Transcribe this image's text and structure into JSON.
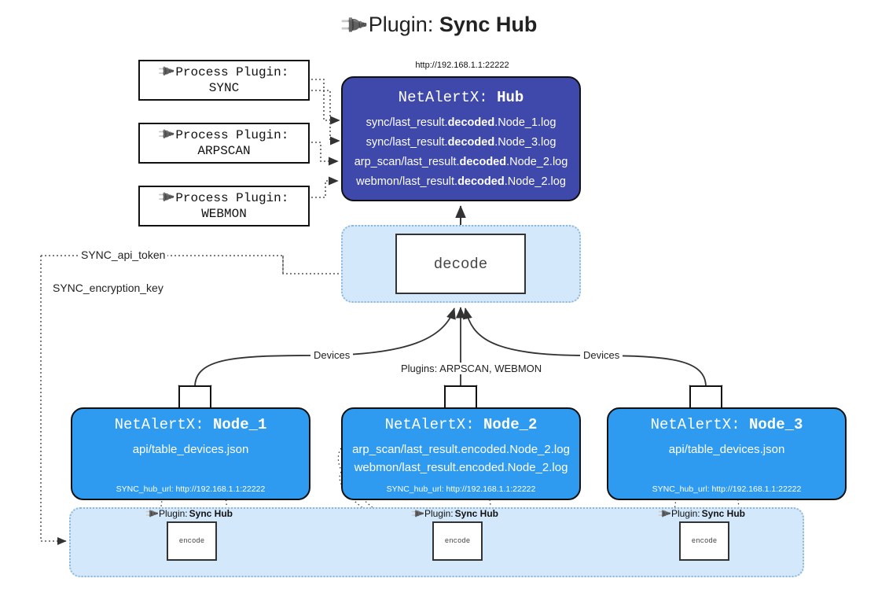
{
  "header": {
    "icon": "plug-icon",
    "prefix": "Plugin: ",
    "title": "Sync Hub",
    "glyph": "🔌"
  },
  "process_plugins": [
    {
      "icon": "plug-icon",
      "label": "Process Plugin:",
      "name": "SYNC"
    },
    {
      "icon": "plug-icon",
      "label": "Process Plugin:",
      "name": "ARPSCAN"
    },
    {
      "icon": "plug-icon",
      "label": "Process Plugin:",
      "name": "WEBMON"
    }
  ],
  "hub": {
    "url": "http://192.168.1.1:22222",
    "prefix": "NetAlertX: ",
    "name": "Hub",
    "logs": [
      {
        "pre": "sync/last_result.",
        "em": "decoded",
        "post": ".Node_1.log"
      },
      {
        "pre": "sync/last_result.",
        "em": "decoded",
        "post": ".Node_3.log"
      },
      {
        "pre": "arp_scan/last_result.",
        "em": "decoded",
        "post": ".Node_2.log"
      },
      {
        "pre": "webmon/last_result.",
        "em": "decoded",
        "post": ".Node_2.log"
      }
    ]
  },
  "decode": {
    "label": "decode"
  },
  "tokens": [
    {
      "label": "SYNC_api_token"
    },
    {
      "label": "SYNC_encryption_key"
    }
  ],
  "edge_labels": {
    "devices_left": "Devices",
    "devices_right": "Devices",
    "plugins_center": "Plugins: ARPSCAN, WEBMON"
  },
  "nodes": [
    {
      "prefix": "NetAlertX: ",
      "name": "Node_1",
      "lines": [
        "api/table_devices.json"
      ],
      "footer": "SYNC_hub_url: http://192.168.1.1:22222",
      "icon": "envelope-icon"
    },
    {
      "prefix": "NetAlertX: ",
      "name": "Node_2",
      "lines": [
        "arp_scan/last_result.encoded.Node_2.log",
        "webmon/last_result.encoded.Node_2.log"
      ],
      "footer": "SYNC_hub_url: http://192.168.1.1:22222",
      "icon": "envelope-icon"
    },
    {
      "prefix": "NetAlertX: ",
      "name": "Node_3",
      "lines": [
        "api/table_devices.json"
      ],
      "footer": "SYNC_hub_url: http://192.168.1.1:22222",
      "icon": "envelope-icon"
    }
  ],
  "encoders": [
    {
      "tag_prefix": "Plugin: ",
      "tag_name": "Sync Hub",
      "label": "encode",
      "icon": "plug-icon"
    },
    {
      "tag_prefix": "Plugin: ",
      "tag_name": "Sync Hub",
      "label": "encode",
      "icon": "plug-icon"
    },
    {
      "tag_prefix": "Plugin: ",
      "tag_name": "Sync Hub",
      "label": "encode",
      "icon": "plug-icon"
    }
  ],
  "colors": {
    "hub_fill": "#3f48ab",
    "node_fill": "#2f9bf0",
    "container_fill": "#d3e8fa",
    "container_border": "#8fb8d8",
    "stroke": "#333333",
    "background": "#ffffff"
  }
}
